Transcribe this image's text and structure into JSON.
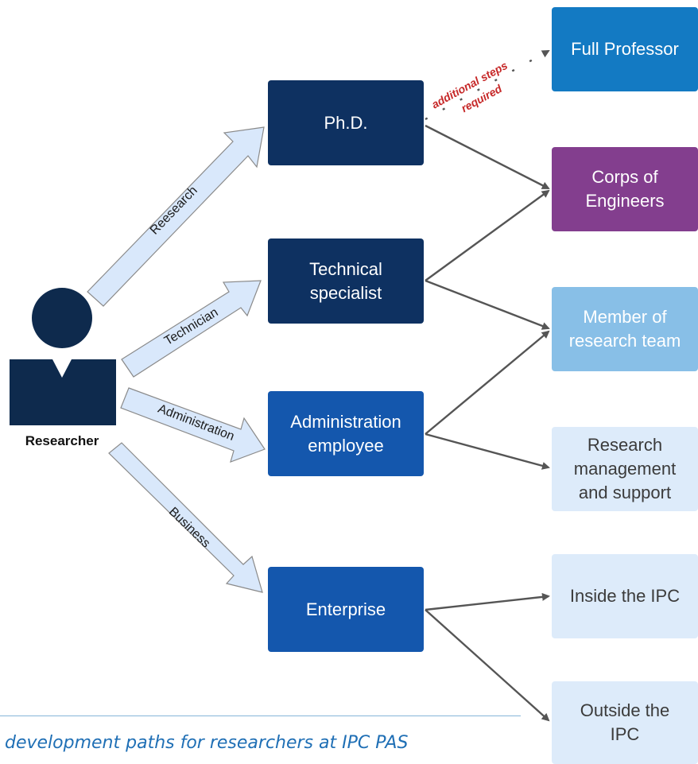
{
  "person": {
    "label": "Researcher",
    "icon": "person-icon"
  },
  "paths": [
    {
      "key": "research",
      "label": "Reesearch"
    },
    {
      "key": "technician",
      "label": "Technician"
    },
    {
      "key": "administration",
      "label": "Administration"
    },
    {
      "key": "business",
      "label": "Business"
    }
  ],
  "middle": {
    "phd": {
      "line1": "Ph.D.",
      "line2": ""
    },
    "technical": {
      "line1": "Technical",
      "line2": "specialist"
    },
    "admin": {
      "line1": "Administration",
      "line2": "employee"
    },
    "enterprise": {
      "line1": "Enterprise",
      "line2": ""
    }
  },
  "outcomes": {
    "full_professor": {
      "lines": [
        "Full Professor"
      ]
    },
    "corps": {
      "lines": [
        "Corps of",
        "Engineers"
      ]
    },
    "member": {
      "lines": [
        "Member of",
        "research team"
      ]
    },
    "management": {
      "lines": [
        "Research",
        "management",
        "and support"
      ]
    },
    "inside": {
      "lines": [
        "Inside the IPC"
      ]
    },
    "outside": {
      "lines": [
        "Outside the",
        "IPC"
      ]
    }
  },
  "annotation": {
    "line1": "additional steps",
    "line2": "required"
  },
  "caption": "development paths for researchers at IPC PAS",
  "colors": {
    "dark_navy": "#0e3161",
    "blue": "#1457ad",
    "full_professor": "#137ac3",
    "purple": "#833e8e",
    "light_blue": "#88bfe7",
    "pale_blue": "#ddebfa",
    "arrow_fill": "#d9e8fb",
    "connector": "#555555",
    "annotation_red": "#c62828",
    "caption_blue": "#1f6fb5"
  }
}
